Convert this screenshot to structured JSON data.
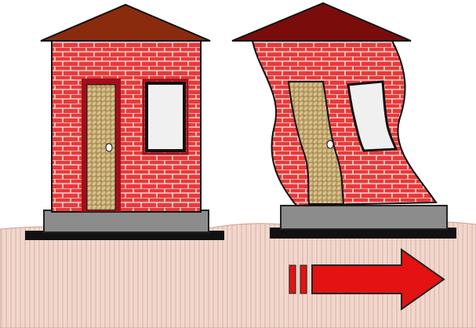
{
  "scene": {
    "description_visible_text": "",
    "houses": [
      {
        "id": "house-upright",
        "state": "standing"
      },
      {
        "id": "house-deformed",
        "state": "swaying"
      }
    ],
    "arrow": {
      "direction": "right"
    }
  },
  "colors": {
    "brick": "#e83a3a",
    "mortar": "#f3d2cf",
    "roof_left": "#8a2b0d",
    "roof_right": "#7a0c0c",
    "door": "#d6bf8c",
    "door_frame_left": "#a0101a",
    "foundation": "#8c8c8c",
    "slab": "#111111",
    "ground": "#f1d7cc",
    "ground_stripe": "#d9b2a6",
    "window_glass": "#f0f0f0",
    "arrow": "#e41212"
  }
}
